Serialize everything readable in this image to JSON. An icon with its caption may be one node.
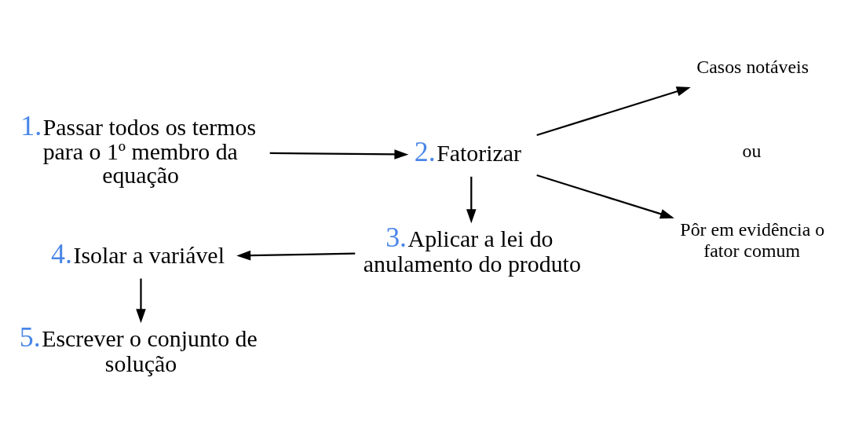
{
  "diagram": {
    "nodes": [
      {
        "text": [
          "1.",
          "Passar todos os termos para o 1º membro da equação"
        ]
      },
      {
        "text": [
          "2.",
          "Fatorizar"
        ]
      },
      {
        "text": [
          "Casos notáveis"
        ]
      },
      {
        "text": [
          "Pôr em evidência o fator comum"
        ]
      },
      {
        "text": [
          "3.",
          "Aplicar a lei do anulamento do produto"
        ]
      },
      {
        "text": [
          "4.",
          "Isolar a variável"
        ]
      },
      {
        "text": [
          "5.",
          "Escrever o conjunto de solução"
        ]
      }
    ],
    "edges": [
      {
        "from": 0,
        "to": 1,
        "arrow": "to"
      },
      {
        "from": 1,
        "to": 2,
        "arrow": "to"
      },
      {
        "from": 1,
        "to": 3,
        "arrow": "to"
      },
      {
        "from": 1,
        "to": 4,
        "arrow": "to"
      },
      {
        "from": 4,
        "to": 5,
        "arrow": "to"
      },
      {
        "from": 5,
        "to": 6,
        "arrow": "to"
      }
    ],
    "labels": [
      "ou"
    ]
  }
}
